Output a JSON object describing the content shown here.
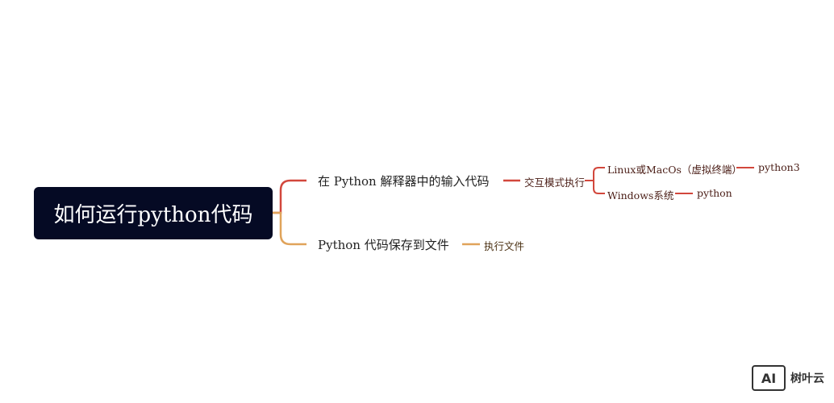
{
  "mindmap": {
    "root": "如何运行python代码",
    "branches": [
      {
        "label": "在 Python 解释器中的输入代码",
        "color": "#d2473c",
        "children": [
          {
            "label": "交互模式执行",
            "children": [
              {
                "label": "Linux或MacOs（虚拟终端）",
                "children": [
                  {
                    "label": "python3"
                  }
                ]
              },
              {
                "label": "Windows系统",
                "children": [
                  {
                    "label": "python"
                  }
                ]
              }
            ]
          }
        ]
      },
      {
        "label": "Python 代码保存到文件",
        "color": "#e0a35a",
        "children": [
          {
            "label": "执行文件"
          }
        ]
      }
    ]
  },
  "watermark": {
    "logo": "AI",
    "text": "树叶云"
  }
}
